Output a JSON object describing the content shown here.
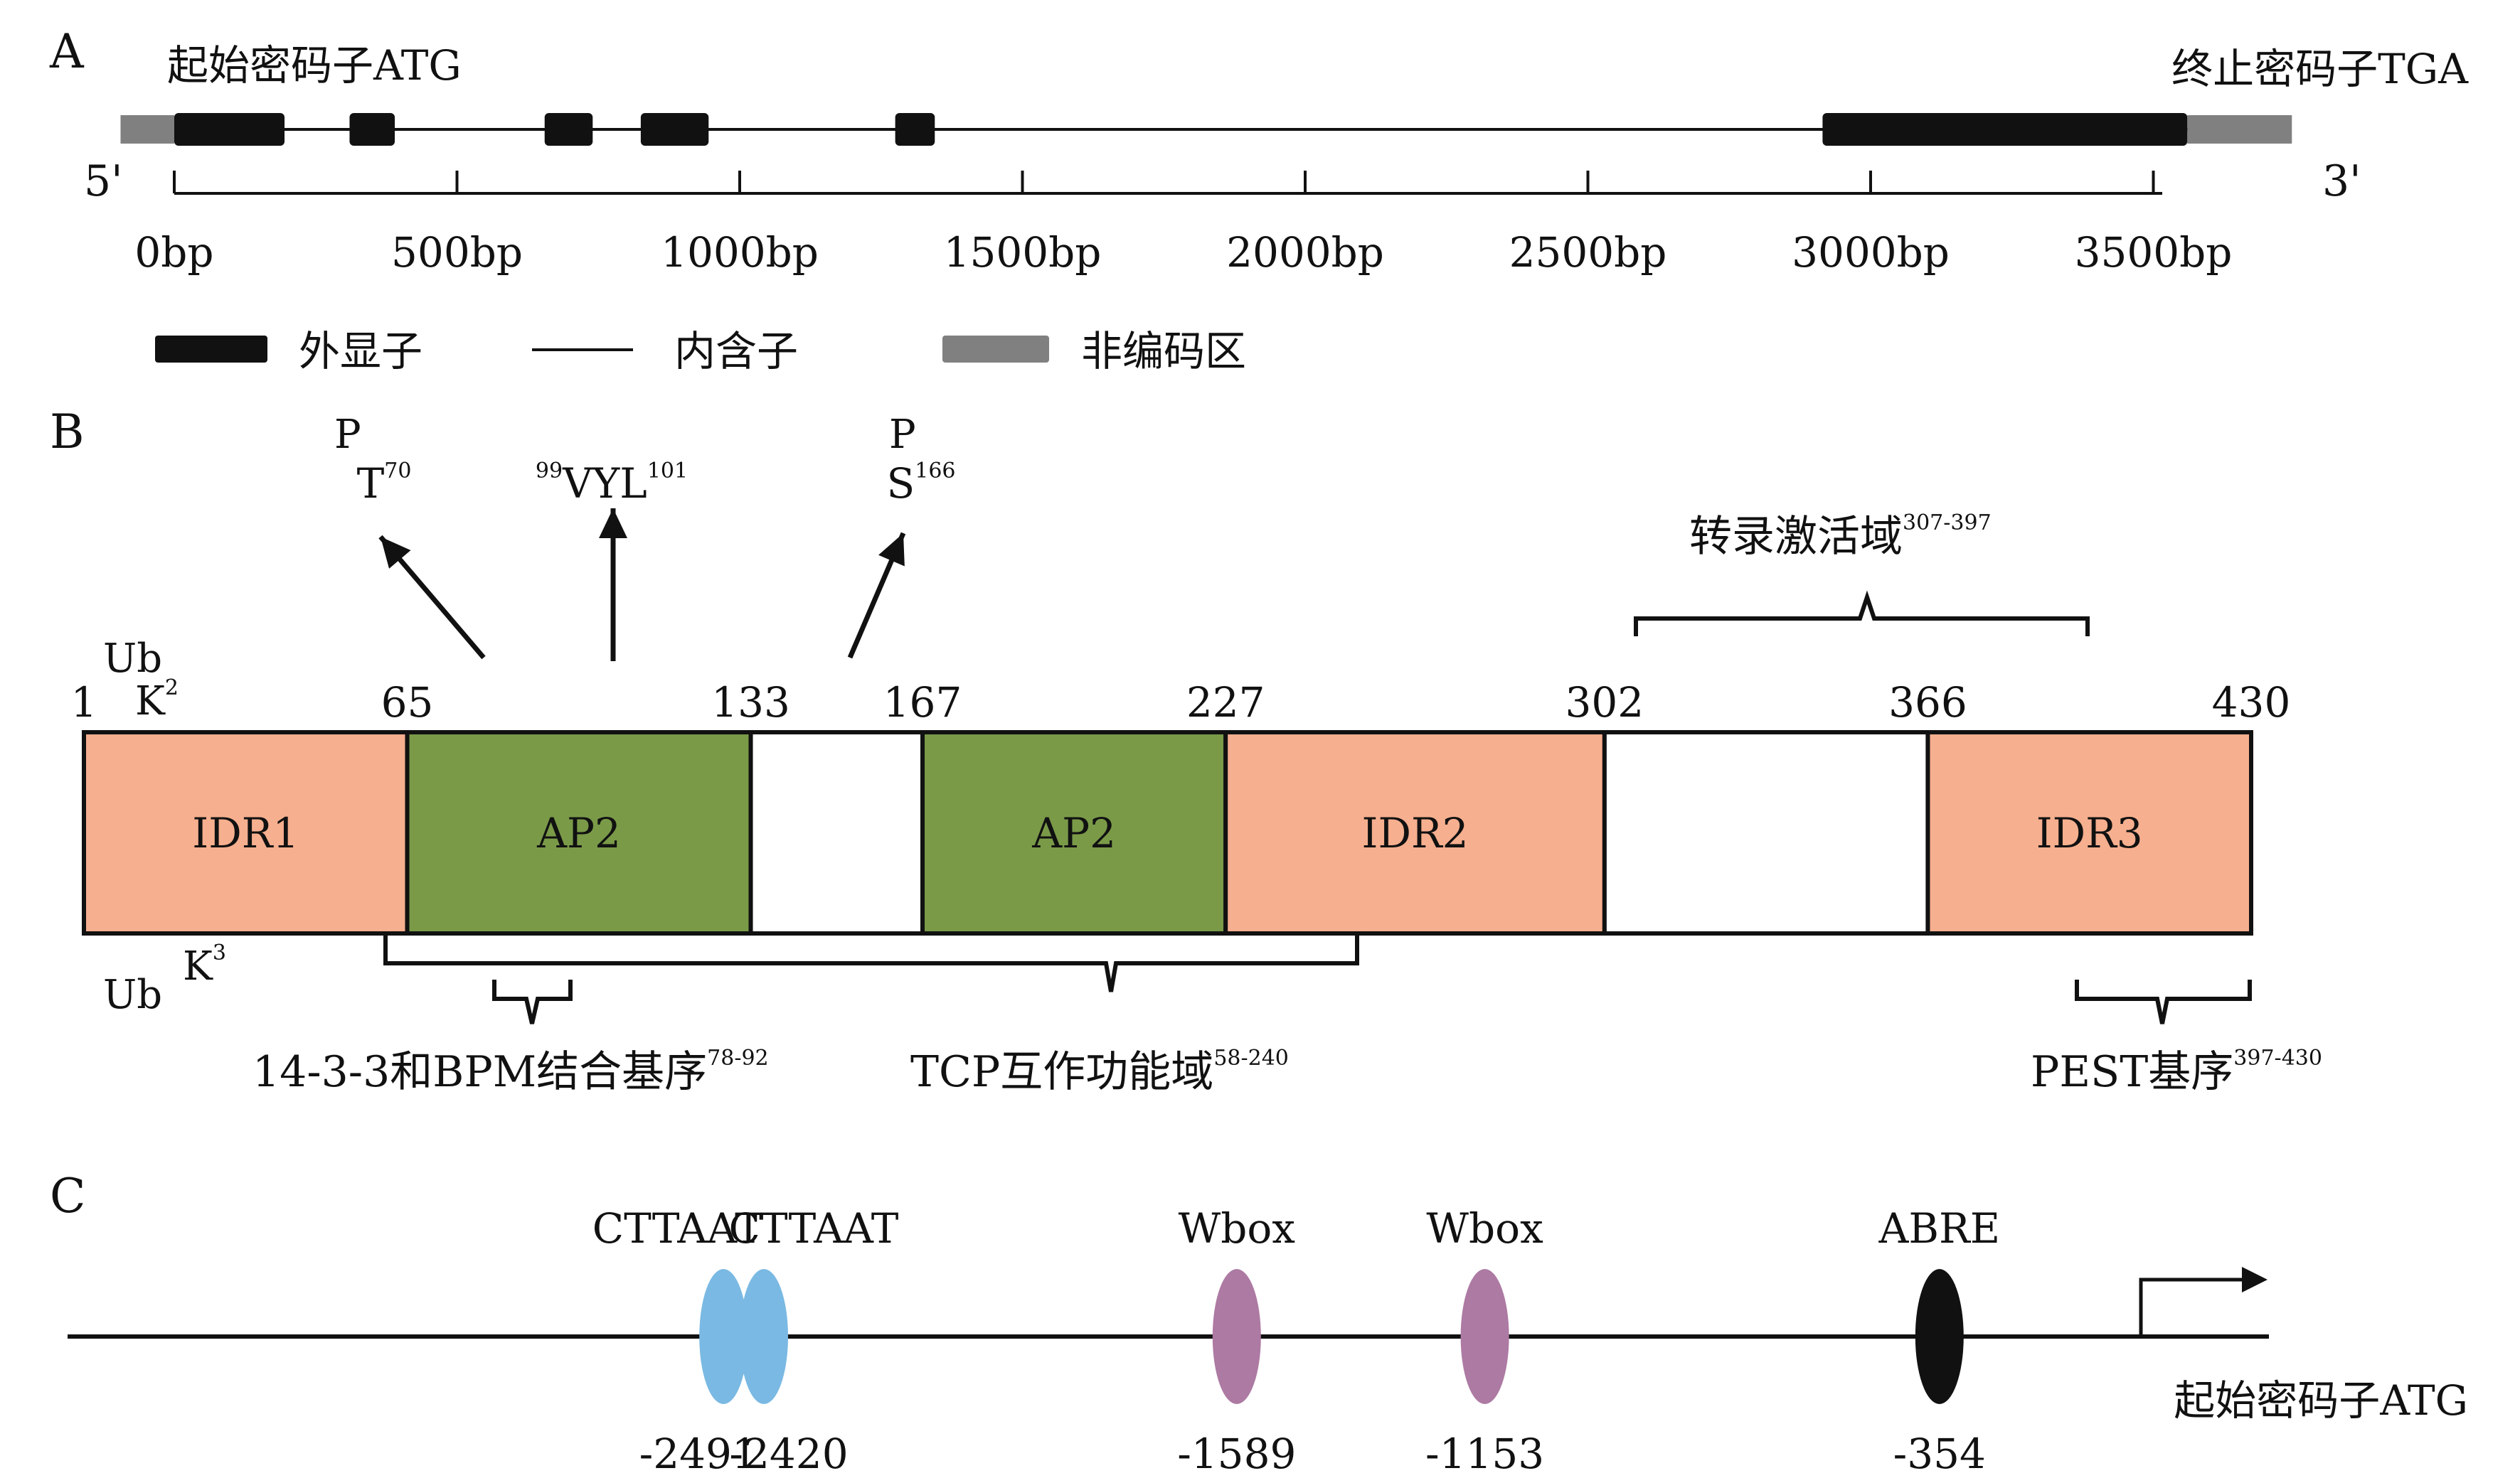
{
  "colors": {
    "exon": "#111111",
    "utr": "#808080",
    "idr": "#f6af8f",
    "ap2": "#7a9a48",
    "cttaat": "#7ab9e3",
    "wbox": "#ad7aa3",
    "abre": "#111111"
  },
  "panelA": {
    "label": "A",
    "start_label": "起始密码子ATG",
    "stop_label": "终止密码子TGA",
    "five_prime": "5'",
    "three_prime": "3'",
    "ticks": [
      {
        "pos": 0,
        "label": "0bp"
      },
      {
        "pos": 500,
        "label": "500bp"
      },
      {
        "pos": 1000,
        "label": "1000bp"
      },
      {
        "pos": 1500,
        "label": "1500bp"
      },
      {
        "pos": 2000,
        "label": "2000bp"
      },
      {
        "pos": 2500,
        "label": "2500bp"
      },
      {
        "pos": 3000,
        "label": "3000bp"
      },
      {
        "pos": 3500,
        "label": "3500bp"
      }
    ],
    "exons": [
      [
        0,
        195
      ],
      [
        310,
        390
      ],
      [
        655,
        740
      ],
      [
        825,
        945
      ],
      [
        1275,
        1345
      ],
      [
        2915,
        3560
      ]
    ],
    "utr5": [
      -95,
      0
    ],
    "utr3": [
      3560,
      3745
    ],
    "legend": {
      "exon": "外显子",
      "intron": "内含子",
      "utr": "非编码区"
    }
  },
  "panelB": {
    "label": "B",
    "length": 430,
    "domains": [
      {
        "start": 1,
        "end": 65,
        "name": "IDR1",
        "kind": "idr"
      },
      {
        "start": 65,
        "end": 133,
        "name": "AP2",
        "kind": "ap2"
      },
      {
        "start": 133,
        "end": 167,
        "name": "",
        "kind": "none"
      },
      {
        "start": 167,
        "end": 227,
        "name": "AP2",
        "kind": "ap2"
      },
      {
        "start": 227,
        "end": 302,
        "name": "IDR2",
        "kind": "idr"
      },
      {
        "start": 302,
        "end": 366,
        "name": "",
        "kind": "none"
      },
      {
        "start": 366,
        "end": 430,
        "name": "IDR3",
        "kind": "idr"
      }
    ],
    "boundaries": [
      1,
      65,
      133,
      167,
      227,
      302,
      366,
      430
    ],
    "sites": [
      {
        "p": "P",
        "res": "T",
        "sup": "70",
        "pos": 70
      },
      {
        "p": "",
        "pre": "99",
        "res": "VYL",
        "sup": "101",
        "pos": 100
      },
      {
        "p": "P",
        "res": "S",
        "sup": "166",
        "pos": 162
      }
    ],
    "ub_top": {
      "ub": "Ub",
      "res": "K",
      "sup": "2"
    },
    "ub_bottom": {
      "ub": "Ub",
      "res": "K",
      "sup": "3"
    },
    "tad": {
      "label": "转录激活域",
      "sup": "307-397"
    },
    "motif_1433": {
      "label": "14-3-3和BPM结合基序",
      "sup": "78-92"
    },
    "tcp": {
      "label": "TCP互作功能域",
      "sup": "58-240"
    },
    "pest": {
      "label": "PEST基序",
      "sup": "397-430"
    }
  },
  "panelC": {
    "label": "C",
    "elements": [
      {
        "name": "CTTAAT",
        "pos": "-2491",
        "type": "cttaat"
      },
      {
        "name": "CTTAAT",
        "pos": "-2420",
        "type": "cttaat"
      },
      {
        "name": "Wbox",
        "pos": "-1589",
        "type": "wbox"
      },
      {
        "name": "Wbox",
        "pos": "-1153",
        "type": "wbox"
      },
      {
        "name": "ABRE",
        "pos": "-354",
        "type": "abre"
      }
    ],
    "atg_label": "起始密码子ATG"
  }
}
